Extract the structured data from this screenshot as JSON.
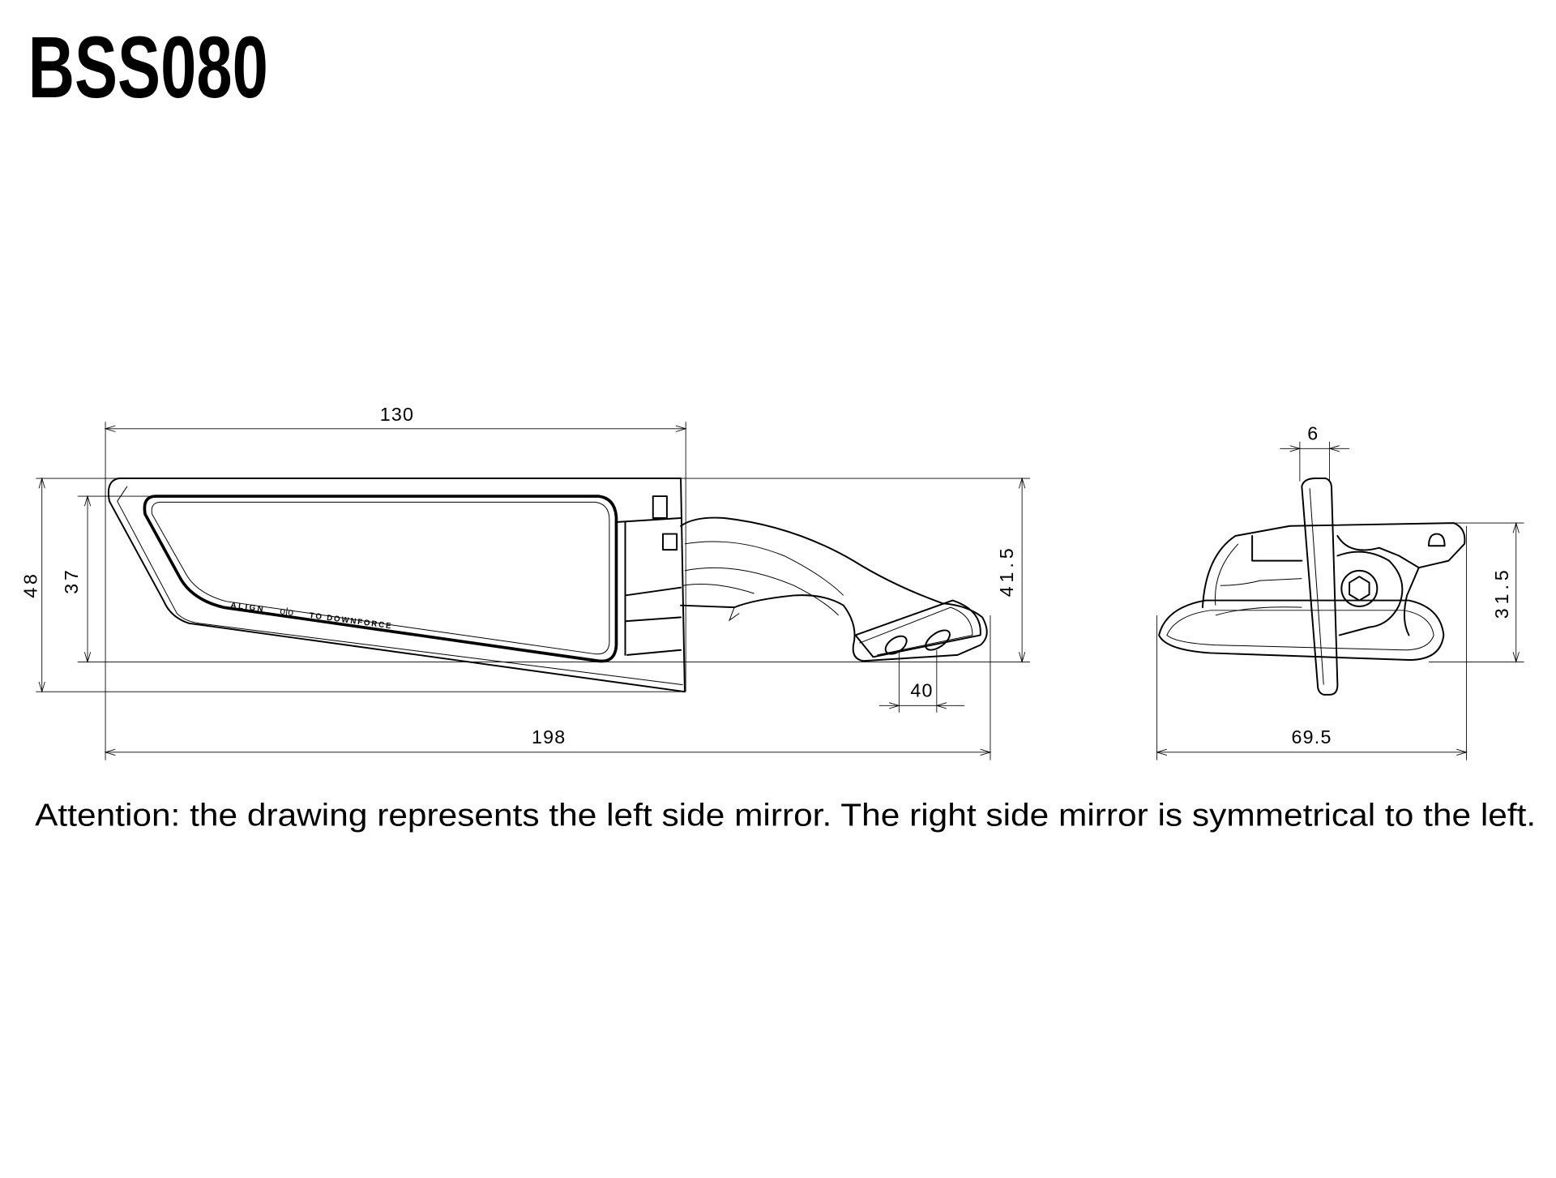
{
  "title": "BSS080",
  "side_view": {
    "dim_top_width": "130",
    "dim_total_width": "198",
    "dim_total_height": "48",
    "dim_glass_height": "37",
    "dim_mount_height": "41.5",
    "dim_foot_width": "40",
    "glass_marking": {
      "left": "ALIGN",
      "symbol": "o|o",
      "right": "TO DOWNFORCE"
    }
  },
  "front_view": {
    "dim_plate_thickness": "6",
    "dim_height": "31.5",
    "dim_width": "69.5"
  },
  "note": "Attention: the drawing represents the left side mirror. The right side mirror is symmetrical to the left."
}
